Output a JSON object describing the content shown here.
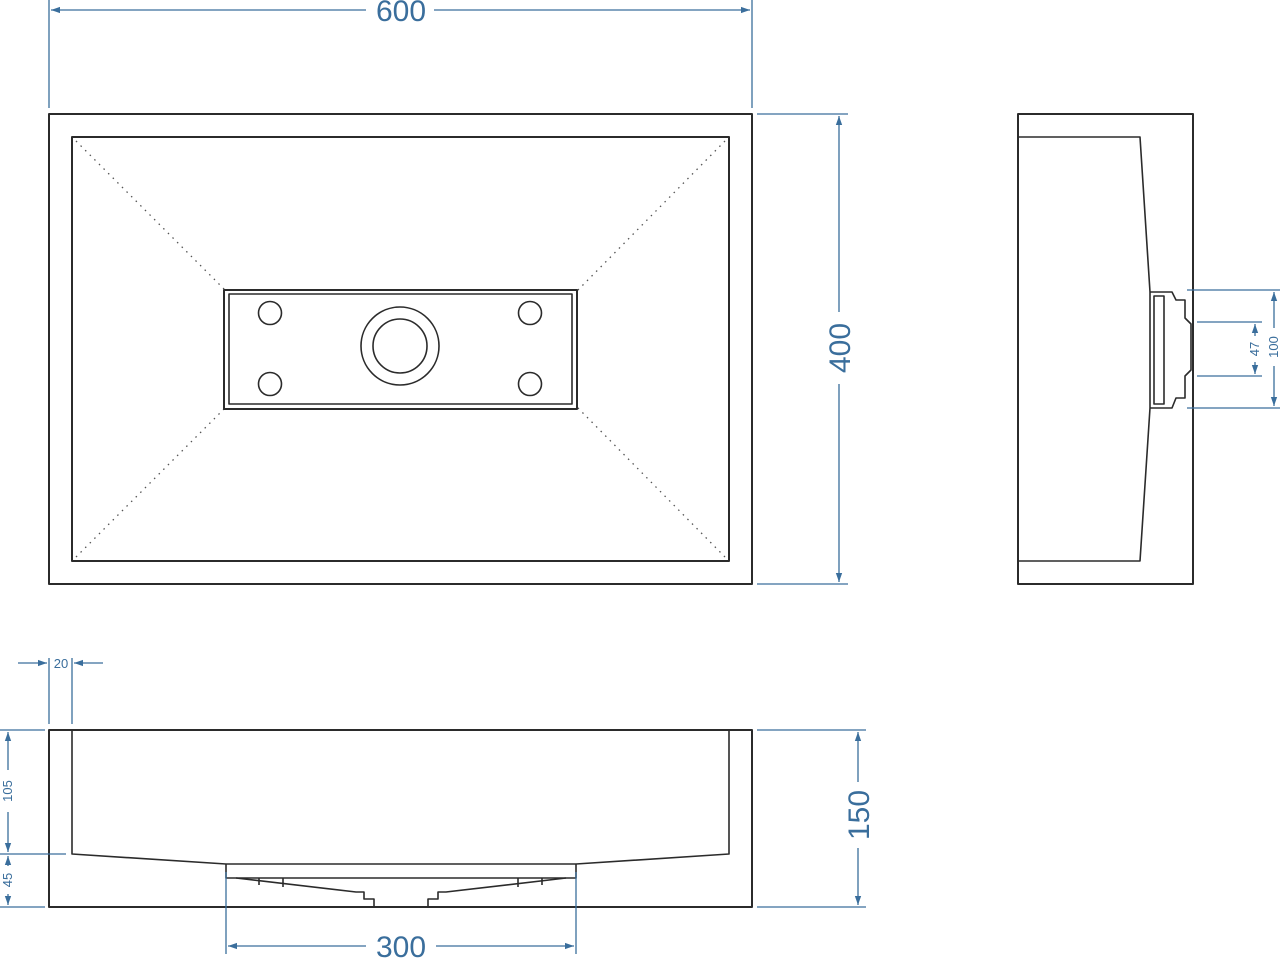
{
  "dimensions": {
    "width": "600",
    "depth": "400",
    "height": "150",
    "drain_plate": "300",
    "rim_wall": "20",
    "basin_depth": "105",
    "bottom_thickness": "45",
    "plate_width": "100",
    "plate_inner": "47"
  },
  "colors": {
    "dimension_line": "#3a6e9c",
    "outline": "#2b2b2b",
    "background": "#ffffff"
  }
}
